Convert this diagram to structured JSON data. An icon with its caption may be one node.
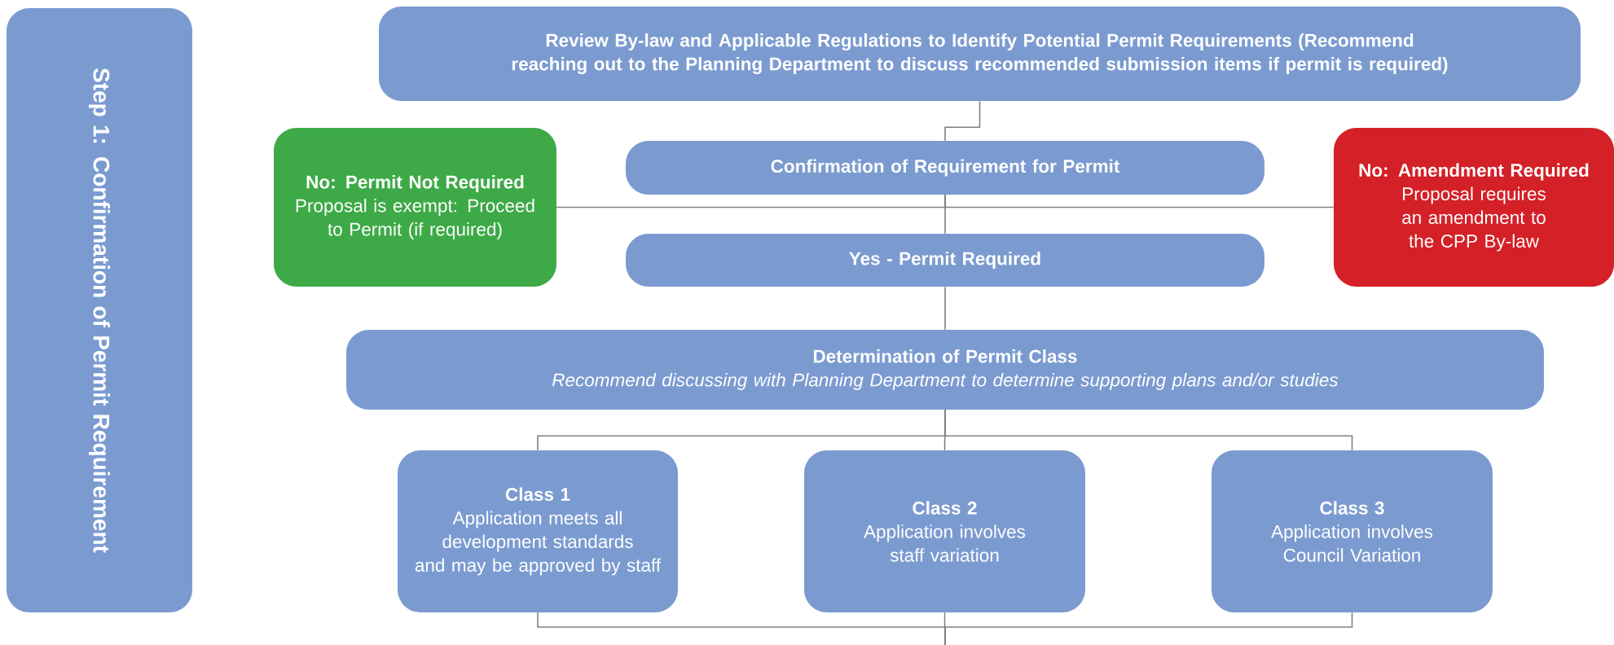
{
  "diagram": {
    "nodes": [
      {
        "text": [
          "Step 1: Confirmation of Permit Requirement"
        ]
      },
      {
        "text": [
          "Review By-law and Applicable Regulations to Identify Potential Permit Requirements (Recommend reaching out to the Planning Department to discuss recommended submission items if permit is required)"
        ]
      },
      {
        "text": [
          "No: Permit Not Required",
          "Proposal is exempt: Proceed to Permit (if required)"
        ]
      },
      {
        "text": [
          "Confirmation of Requirement for Permit"
        ]
      },
      {
        "text": [
          "No: Amendment Required",
          "Proposal requires an amendment to the CPP By-law"
        ]
      },
      {
        "text": [
          "Yes - Permit Required"
        ]
      },
      {
        "text": [
          "Determination of Permit Class",
          "Recommend discussing with Planning Department to determine supporting plans and/or studies"
        ]
      },
      {
        "text": [
          "Class 1",
          "Application meets all development standards and may be approved by staff"
        ]
      },
      {
        "text": [
          "Class 2",
          "Application involves staff variation"
        ]
      },
      {
        "text": [
          "Class 3",
          "Application involves Council Variation"
        ]
      }
    ],
    "edges": [
      {
        "from": 1,
        "to": 3,
        "arrow": "none"
      },
      {
        "from": 3,
        "to": 5,
        "arrow": "none"
      },
      {
        "from": 3,
        "to": 2,
        "arrow": "none"
      },
      {
        "from": 3,
        "to": 4,
        "arrow": "none"
      },
      {
        "from": 5,
        "to": 6,
        "arrow": "none"
      },
      {
        "from": 6,
        "to": 7,
        "arrow": "none"
      },
      {
        "from": 6,
        "to": 8,
        "arrow": "none"
      },
      {
        "from": 6,
        "to": 9,
        "arrow": "none"
      },
      {
        "from": 7,
        "to": null,
        "arrow": "none"
      },
      {
        "from": 8,
        "to": null,
        "arrow": "none"
      },
      {
        "from": 9,
        "to": null,
        "arrow": "none"
      }
    ]
  }
}
